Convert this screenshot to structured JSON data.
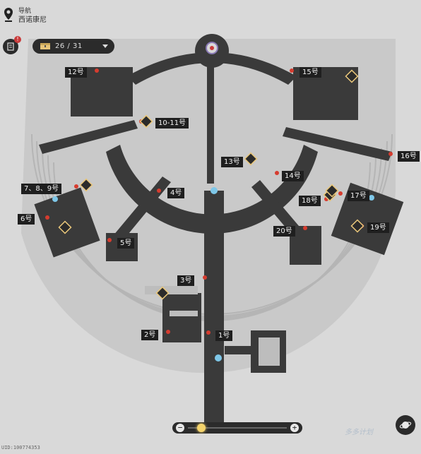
{
  "nav": {
    "title": "导航",
    "location": "西诺康尼"
  },
  "quest": {
    "badge": "!"
  },
  "counter": {
    "text": "26 / 31"
  },
  "watermark": "多多计划",
  "footer": "UID:100774353",
  "labels": [
    {
      "id": "12",
      "text": "12号"
    },
    {
      "id": "15",
      "text": "15号"
    },
    {
      "id": "10-11",
      "text": "10-11号"
    },
    {
      "id": "13",
      "text": "13号"
    },
    {
      "id": "16",
      "text": "16号"
    },
    {
      "id": "14",
      "text": "14号"
    },
    {
      "id": "7-9",
      "text": "7、8、9号"
    },
    {
      "id": "4",
      "text": "4号"
    },
    {
      "id": "18",
      "text": "18号"
    },
    {
      "id": "17",
      "text": "17号"
    },
    {
      "id": "6",
      "text": "6号"
    },
    {
      "id": "19",
      "text": "19号"
    },
    {
      "id": "20",
      "text": "20号"
    },
    {
      "id": "5",
      "text": "5号"
    },
    {
      "id": "3",
      "text": "3号"
    },
    {
      "id": "2",
      "text": "2号"
    },
    {
      "id": "1",
      "text": "1号"
    }
  ],
  "zoom": {
    "minus": "−",
    "plus": "+",
    "level": 0.1
  },
  "colors": {
    "floor": "#3a3a3a",
    "plaza": "#bdbdbd",
    "bg": "#d9d9d9",
    "marker": "#d63c2f",
    "chest": "#e8c67a"
  }
}
